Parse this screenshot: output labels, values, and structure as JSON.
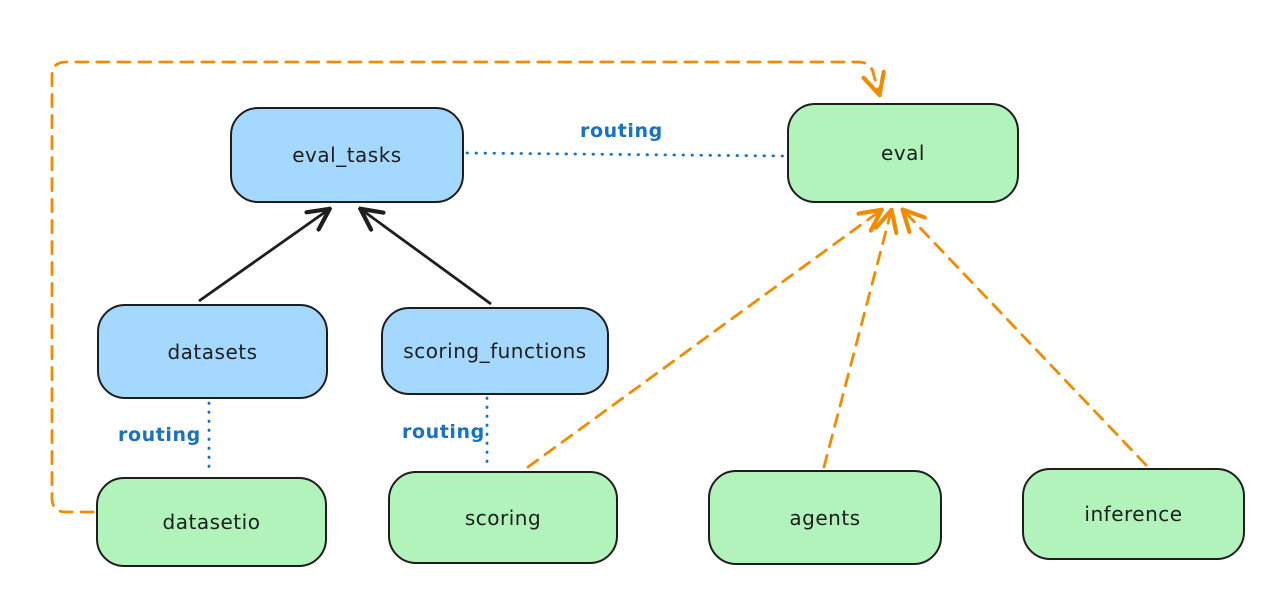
{
  "nodes": {
    "eval_tasks": {
      "label": "eval_tasks",
      "fill": "#a5d8ff"
    },
    "eval": {
      "label": "eval",
      "fill": "#b2f2bb"
    },
    "datasets": {
      "label": "datasets",
      "fill": "#a5d8ff"
    },
    "scoring_functions": {
      "label": "scoring_functions",
      "fill": "#a5d8ff"
    },
    "datasetio": {
      "label": "datasetio",
      "fill": "#b2f2bb"
    },
    "scoring": {
      "label": "scoring",
      "fill": "#b2f2bb"
    },
    "agents": {
      "label": "agents",
      "fill": "#b2f2bb"
    },
    "inference": {
      "label": "inference",
      "fill": "#b2f2bb"
    }
  },
  "edge_labels": {
    "routing_top": "routing",
    "routing_datasets": "routing",
    "routing_scoring": "routing"
  },
  "edges": [
    {
      "from": "datasets",
      "to": "eval_tasks",
      "style": "solid-arrow",
      "color": "#1e1e1e"
    },
    {
      "from": "scoring_functions",
      "to": "eval_tasks",
      "style": "solid-arrow",
      "color": "#1e1e1e"
    },
    {
      "from": "eval_tasks",
      "to": "eval",
      "style": "dotted-line",
      "color": "#1971c2",
      "label": "routing"
    },
    {
      "from": "datasets",
      "to": "datasetio",
      "style": "dotted-line",
      "color": "#1971c2",
      "label": "routing"
    },
    {
      "from": "scoring_functions",
      "to": "scoring",
      "style": "dotted-line",
      "color": "#1971c2",
      "label": "routing"
    },
    {
      "from": "datasetio",
      "to": "eval",
      "style": "dashed-arrow",
      "color": "#f08c00"
    },
    {
      "from": "scoring",
      "to": "eval",
      "style": "dashed-arrow",
      "color": "#f08c00"
    },
    {
      "from": "agents",
      "to": "eval",
      "style": "dashed-arrow",
      "color": "#f08c00"
    },
    {
      "from": "inference",
      "to": "eval",
      "style": "dashed-arrow",
      "color": "#f08c00"
    }
  ],
  "colors": {
    "node_blue_fill": "#a5d8ff",
    "node_green_fill": "#b2f2bb",
    "node_stroke": "#1e1e1e",
    "dashed_orange": "#f08c00",
    "routing_blue": "#1971c2",
    "background": "#ffffff"
  }
}
